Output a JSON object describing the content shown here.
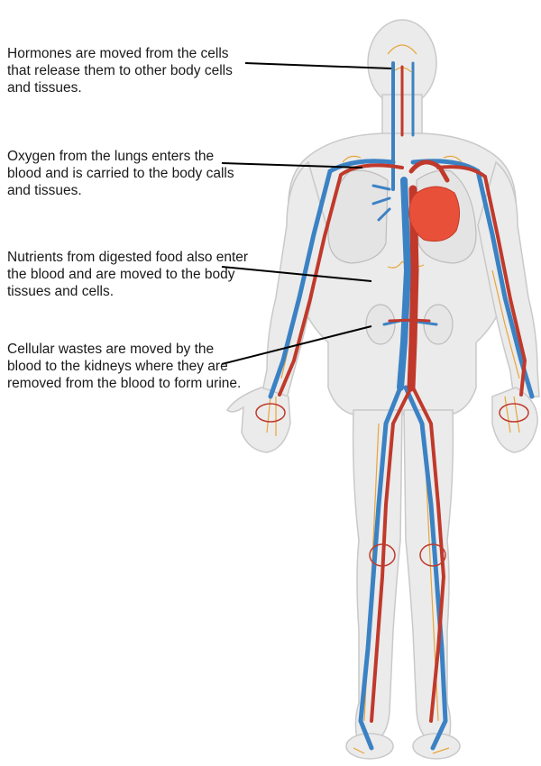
{
  "captions": {
    "hormones": "Hormones are moved from the cells that release them to other body cells and tissues.",
    "oxygen": "Oxygen from the lungs enters the blood and is carried to the body calls and tissues.",
    "nutrients": "Nutrients from digested food also enter the blood and are moved to the body tissues and cells.",
    "wastes": "Cellular wastes are moved by the blood to the kidneys where they are removed from the blood to form urine."
  },
  "colors": {
    "body": "#ebebeb",
    "body_outline": "#c9c9c9",
    "artery": "#c0392b",
    "vein": "#3b82c4",
    "heart": "#e8503a",
    "nerve": "#e8a53a",
    "leader": "#000000"
  }
}
